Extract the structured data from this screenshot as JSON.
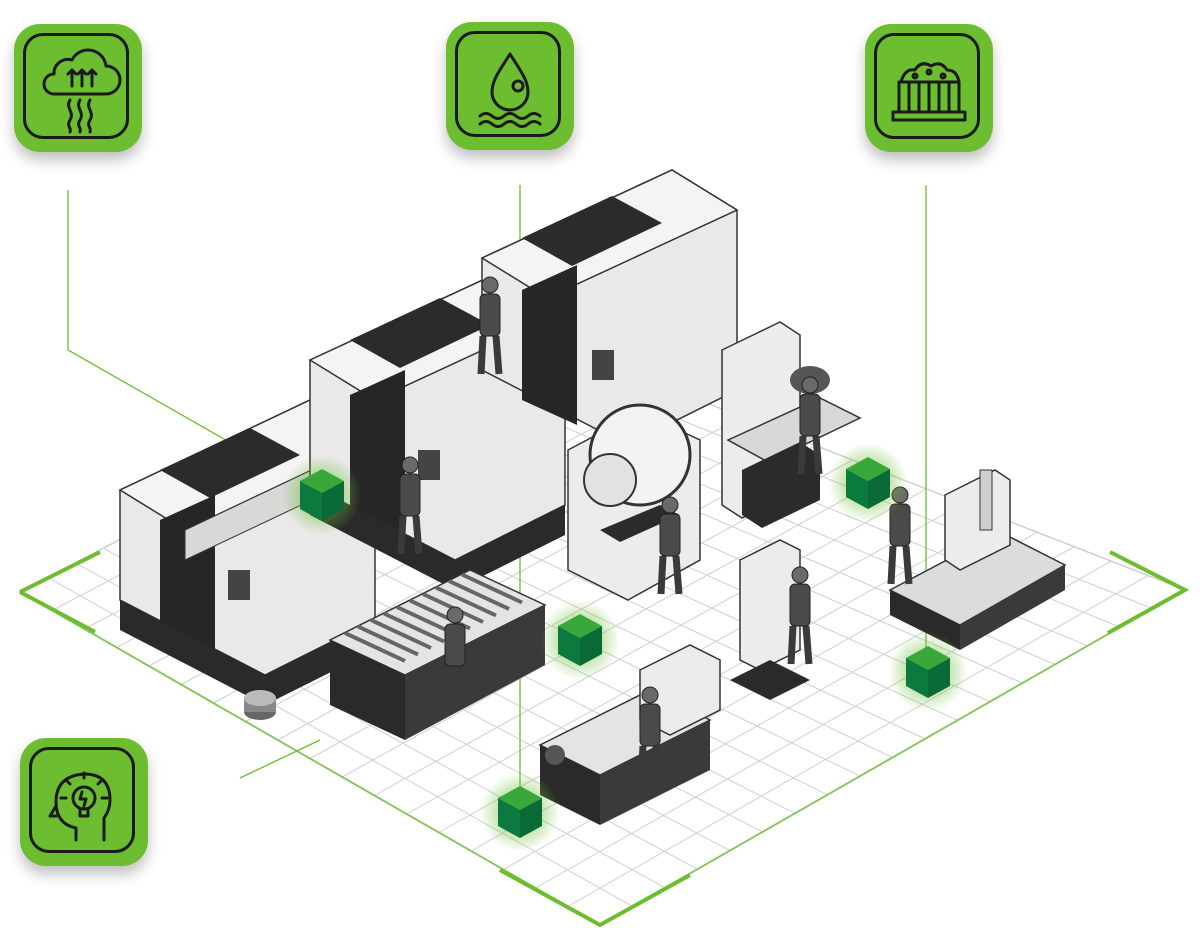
{
  "colors": {
    "accent": "#6cbd2f",
    "dark_green": "#0b7a3e",
    "outline": "#1a1a1a",
    "grid": "#c9c9c9"
  },
  "badges": [
    {
      "id": "air-quality",
      "icon": "cloud-heat-icon"
    },
    {
      "id": "water",
      "icon": "water-drop-icon"
    },
    {
      "id": "soil",
      "icon": "soil-container-icon"
    },
    {
      "id": "knowledge",
      "icon": "head-lightbulb-icon"
    }
  ],
  "sensors": [
    {
      "id": "sensor-1"
    },
    {
      "id": "sensor-2"
    },
    {
      "id": "sensor-3"
    },
    {
      "id": "sensor-4"
    },
    {
      "id": "sensor-5"
    }
  ]
}
